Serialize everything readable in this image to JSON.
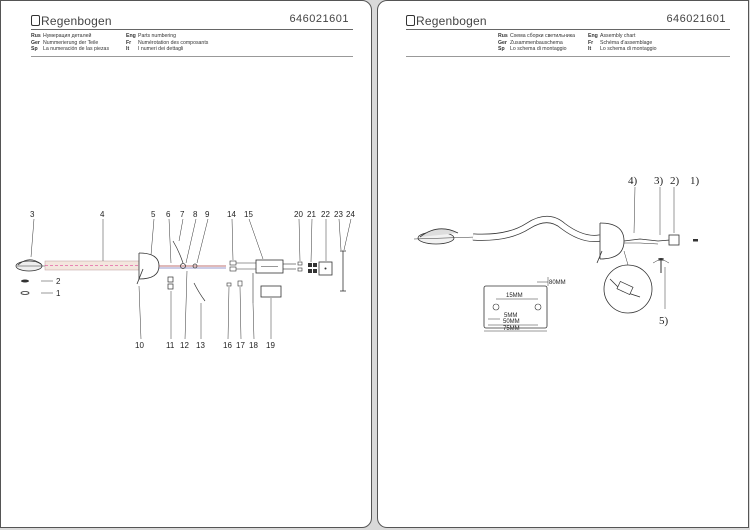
{
  "left_page": {
    "brand": "Regenbogen",
    "code": "646021601",
    "titles": [
      {
        "lang": "Rus",
        "text": "Нумерация деталей"
      },
      {
        "lang": "Ger",
        "text": "Nummerierung der Teile"
      },
      {
        "lang": "Sp",
        "text": "La numeración de las piezas"
      },
      {
        "lang": "Eng",
        "text": "Parts numbering"
      },
      {
        "lang": "Fr",
        "text": "Numérotation des composants"
      },
      {
        "lang": "It",
        "text": "I numeri dei dettagli"
      }
    ],
    "callouts_top": [
      "3",
      "4",
      "5",
      "6",
      "7",
      "8",
      "9",
      "14",
      "15",
      "20",
      "21",
      "22",
      "23",
      "24"
    ],
    "callouts_side": [
      "2",
      "1"
    ],
    "callouts_bottom": [
      "10",
      "11",
      "12",
      "13",
      "16",
      "17",
      "18",
      "19"
    ]
  },
  "right_page": {
    "brand": "Regenbogen",
    "code": "646021601",
    "titles": [
      {
        "lang": "Rus",
        "text": "Схема сборки светильника"
      },
      {
        "lang": "Ger",
        "text": "Zusammenbauschema"
      },
      {
        "lang": "Sp",
        "text": "Lo schema di montaggio"
      },
      {
        "lang": "Eng",
        "text": "Assembly chart"
      },
      {
        "lang": "Fr",
        "text": "Schéma d'assemblage"
      },
      {
        "lang": "It",
        "text": "Lo schema di montaggio"
      }
    ],
    "steps": [
      "4)",
      "3)",
      "2)",
      "1)",
      "5)"
    ],
    "dimensions": [
      "80MM",
      "15MM",
      "5MM",
      "50MM",
      "75MM"
    ]
  }
}
